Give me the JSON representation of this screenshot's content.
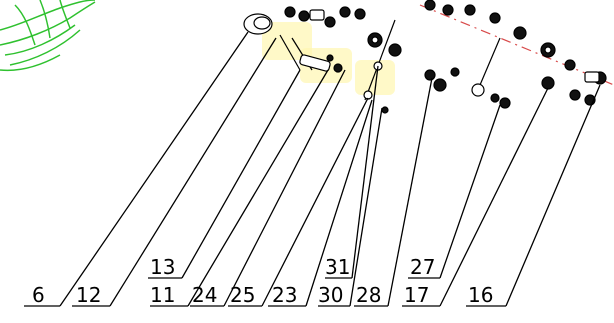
{
  "diagram": {
    "callouts": [
      {
        "id": "6",
        "label": "6"
      },
      {
        "id": "12",
        "label": "12"
      },
      {
        "id": "13",
        "label": "13"
      },
      {
        "id": "11",
        "label": "11"
      },
      {
        "id": "24",
        "label": "24"
      },
      {
        "id": "25",
        "label": "25"
      },
      {
        "id": "23",
        "label": "23"
      },
      {
        "id": "31",
        "label": "31"
      },
      {
        "id": "30",
        "label": "30"
      },
      {
        "id": "28",
        "label": "28"
      },
      {
        "id": "27",
        "label": "27"
      },
      {
        "id": "17",
        "label": "17"
      },
      {
        "id": "16",
        "label": "16"
      }
    ],
    "colors": {
      "ink": "#000000",
      "sketch_outline": "#2fc12f",
      "centerline": "#d84a4a",
      "highlight": "#fff7b0"
    }
  }
}
